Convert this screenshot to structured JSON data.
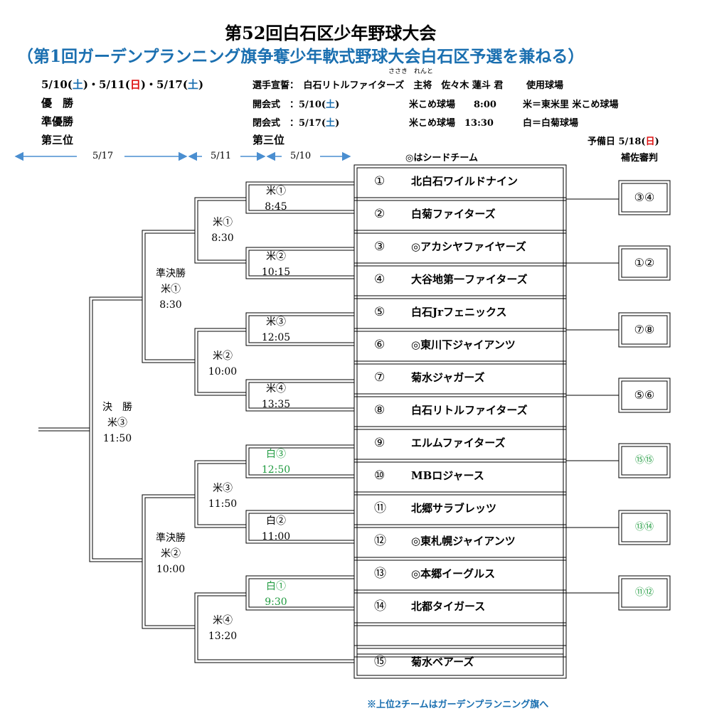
{
  "title": "第52回白石区少年野球大会",
  "subtitle": "（第1回ガーデンプランニング旗争奪少年軟式野球大会白石区予選を兼ねる）",
  "dates": {
    "d1": "5/10(",
    "d1dow": "土",
    "d1c": ")・",
    "d2": "5/11(",
    "d2dow": "日",
    "d2c": ")・",
    "d3": "5/17(",
    "d3dow": "土",
    "d3c": ")"
  },
  "results": {
    "champion": "優　勝",
    "runner_up": "準優勝",
    "third": "第三位"
  },
  "info": {
    "oath_ruby": "ささき　れんと",
    "oath": "選手宣誓：　白石リトルファイターズ　主将　佐々木 蓮斗 君",
    "field_heading": "使用球場",
    "opening": "開会式　：5/10(",
    "opening_dow": "土",
    "opening_end": ")",
    "opening_place": "米こめ球場　　8:00",
    "closing": "閉会式　：5/17(",
    "closing_dow": "土",
    "closing_end": ")",
    "closing_place": "米こめ球場　13:30",
    "field1": "米＝東米里 米こめ球場",
    "field2": "白＝白菊球場",
    "third_place": "第三位",
    "reserve": "予備日 5/18(",
    "reserve_dow": "日",
    "reserve_end": ")"
  },
  "round_dates": [
    "5/17",
    "5/11",
    "5/10"
  ],
  "seed_note": "◎はシードチーム",
  "ref_heading": "補佐審判",
  "teams": [
    {
      "num": "①",
      "name": "北白石ワイルドナイン"
    },
    {
      "num": "②",
      "name": "白菊ファイターズ"
    },
    {
      "num": "③",
      "name": "◎アカシヤファイヤーズ"
    },
    {
      "num": "④",
      "name": "大谷地第一ファイターズ"
    },
    {
      "num": "⑤",
      "name": "白石Jrフェニックス"
    },
    {
      "num": "⑥",
      "name": "◎東川下ジャイアンツ"
    },
    {
      "num": "⑦",
      "name": "菊水ジャガーズ"
    },
    {
      "num": "⑧",
      "name": "白石リトルファイターズ"
    },
    {
      "num": "⑨",
      "name": "エルムファイターズ"
    },
    {
      "num": "⑩",
      "name": "MBロジャース"
    },
    {
      "num": "⑪",
      "name": "北郷サラブレッツ"
    },
    {
      "num": "⑫",
      "name": "◎東札幌ジャイアンツ"
    },
    {
      "num": "⑬",
      "name": "◎本郷イーグルス"
    },
    {
      "num": "⑭",
      "name": "北都タイガース"
    },
    {
      "num": "⑮",
      "name": "菊水ベアーズ"
    }
  ],
  "refs": [
    "③④",
    "①②",
    "⑦⑧",
    "⑤⑥",
    "⑮⑮",
    "⑬⑭",
    "⑪⑫"
  ],
  "matches": {
    "r1": [
      {
        "site": "米①",
        "time": "8:45"
      },
      {
        "site": "米②",
        "time": "10:15"
      },
      {
        "site": "米③",
        "time": "12:05"
      },
      {
        "site": "米④",
        "time": "13:35"
      },
      {
        "site": "白③",
        "time": "12:50"
      },
      {
        "site": "白②",
        "time": "11:00"
      },
      {
        "site": "白①",
        "time": "9:30"
      }
    ],
    "r2": [
      {
        "site": "米①",
        "time": "8:30"
      },
      {
        "site": "米②",
        "time": "10:00"
      },
      {
        "site": "米③",
        "time": "11:50"
      },
      {
        "site": "米④",
        "time": "13:20"
      }
    ],
    "semi": [
      {
        "label": "準決勝",
        "site": "米①",
        "time": "8:30"
      },
      {
        "label": "準決勝",
        "site": "米②",
        "time": "10:00"
      }
    ],
    "final": {
      "label": "決　勝",
      "site": "米③",
      "time": "11:50"
    }
  },
  "footnote": "※上位2チームはガーデンプランニング旗へ"
}
